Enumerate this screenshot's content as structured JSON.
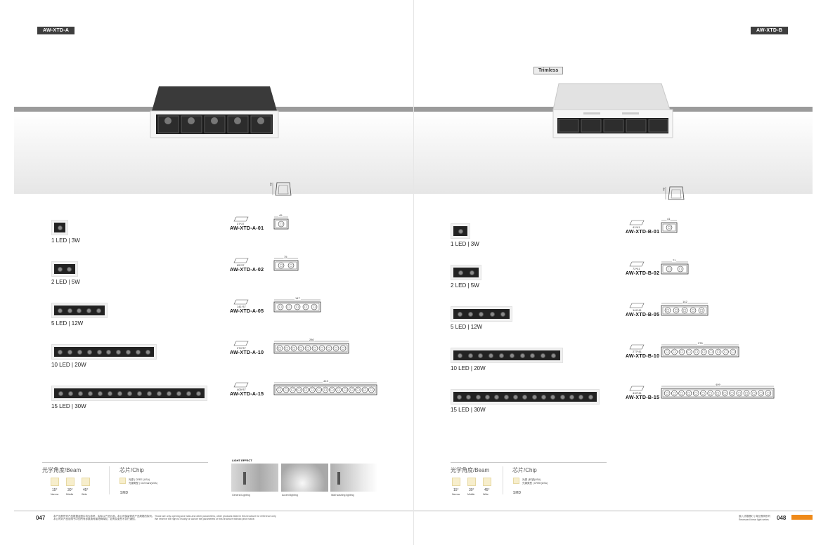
{
  "left": {
    "tag": "AW-XTD-A",
    "rows": [
      {
        "label": "1 LED | 3W",
        "size": "37*37",
        "code": "AW-XTD-A-01",
        "dim": "45",
        "leds": 1
      },
      {
        "label": "2 LED | 5W",
        "size": "65*37",
        "code": "AW-XTD-A-02",
        "dim": "75",
        "leds": 2
      },
      {
        "label": "5 LED | 12W",
        "size": "141*37",
        "code": "AW-XTD-A-05",
        "dim": "147",
        "leds": 5
      },
      {
        "label": "10 LED | 20W",
        "size": "274*37",
        "code": "AW-XTD-A-10",
        "dim": "280",
        "leds": 10
      },
      {
        "label": "15 LED | 30W",
        "size": "405*37",
        "code": "AW-XTD-A-15",
        "dim": "413",
        "leds": 15
      }
    ],
    "side_dim": "48",
    "beam_title": "光学角度/Beam",
    "chip_title": "芯片/Chip",
    "beams": [
      {
        "deg": "15°",
        "name": "Narrow"
      },
      {
        "deg": "30°",
        "name": "Middle"
      },
      {
        "deg": "45°",
        "name": "Wide"
      }
    ],
    "chip_line1": "光源 | CREE (USA)",
    "chip_line2": "光源类型 | CLEmark(USA)",
    "smd": "SMD",
    "light_effect": "LIGHT EFFECT",
    "effects": [
      "General Lighting",
      "Accent lighting",
      "Wall washing lighting"
    ],
    "page_num": "047",
    "fine1": "本产品册所列产品数据及图片均为参考，实际以产品为准，本公司保留修改产品规格的权利。",
    "fine2": "Those are only opening size ratio and other parameters, other products listed in this brochure for reference only",
    "fine3": "本公司对产品说明书中的所有参数拥有最终解释权，如有变更恕不另行通知。",
    "fine4": "We reserve the right to modify or cancel the parameters of this brochure without prior notice."
  },
  "right": {
    "tag": "AW-XTD-B",
    "trimless": "Trimless",
    "rows": [
      {
        "label": "1 LED | 3W",
        "size": "41*41",
        "code": "AW-XTD-B-01",
        "dim": "41",
        "leds": 1
      },
      {
        "label": "2 LED | 5W",
        "size": "72*41",
        "code": "AW-XTD-B-02",
        "dim": "71",
        "leds": 2
      },
      {
        "label": "5 LED | 12W",
        "size": "144*41",
        "code": "AW-XTD-B-05",
        "dim": "142",
        "leds": 5
      },
      {
        "label": "10 LED | 20W",
        "size": "277*41",
        "code": "AW-XTD-B-10",
        "dim": "276",
        "leds": 10
      },
      {
        "label": "15 LED | 30W",
        "size": "410*41",
        "code": "AW-XTD-B-15",
        "dim": "409",
        "leds": 15
      }
    ],
    "side_dim": "45",
    "beam_title": "光学角度/Beam",
    "chip_title": "芯片/Chip",
    "beams": [
      {
        "deg": "15°",
        "name": "Narrow"
      },
      {
        "deg": "30°",
        "name": "Middle"
      },
      {
        "deg": "45°",
        "name": "Wide"
      }
    ],
    "chip_line1": "光源 | 科锐(USA)",
    "chip_line2": "光源类型 | CREE(USA)",
    "smd": "SMD",
    "page_num": "048",
    "footer_cn": "嵌入式格栅灯 | 商业照明系列",
    "footer_en": "Recessed linear light series"
  },
  "colors": {
    "accent": "#ef8a1a",
    "tag_bg": "#3e3e3e",
    "band": "#9b9b9b"
  }
}
